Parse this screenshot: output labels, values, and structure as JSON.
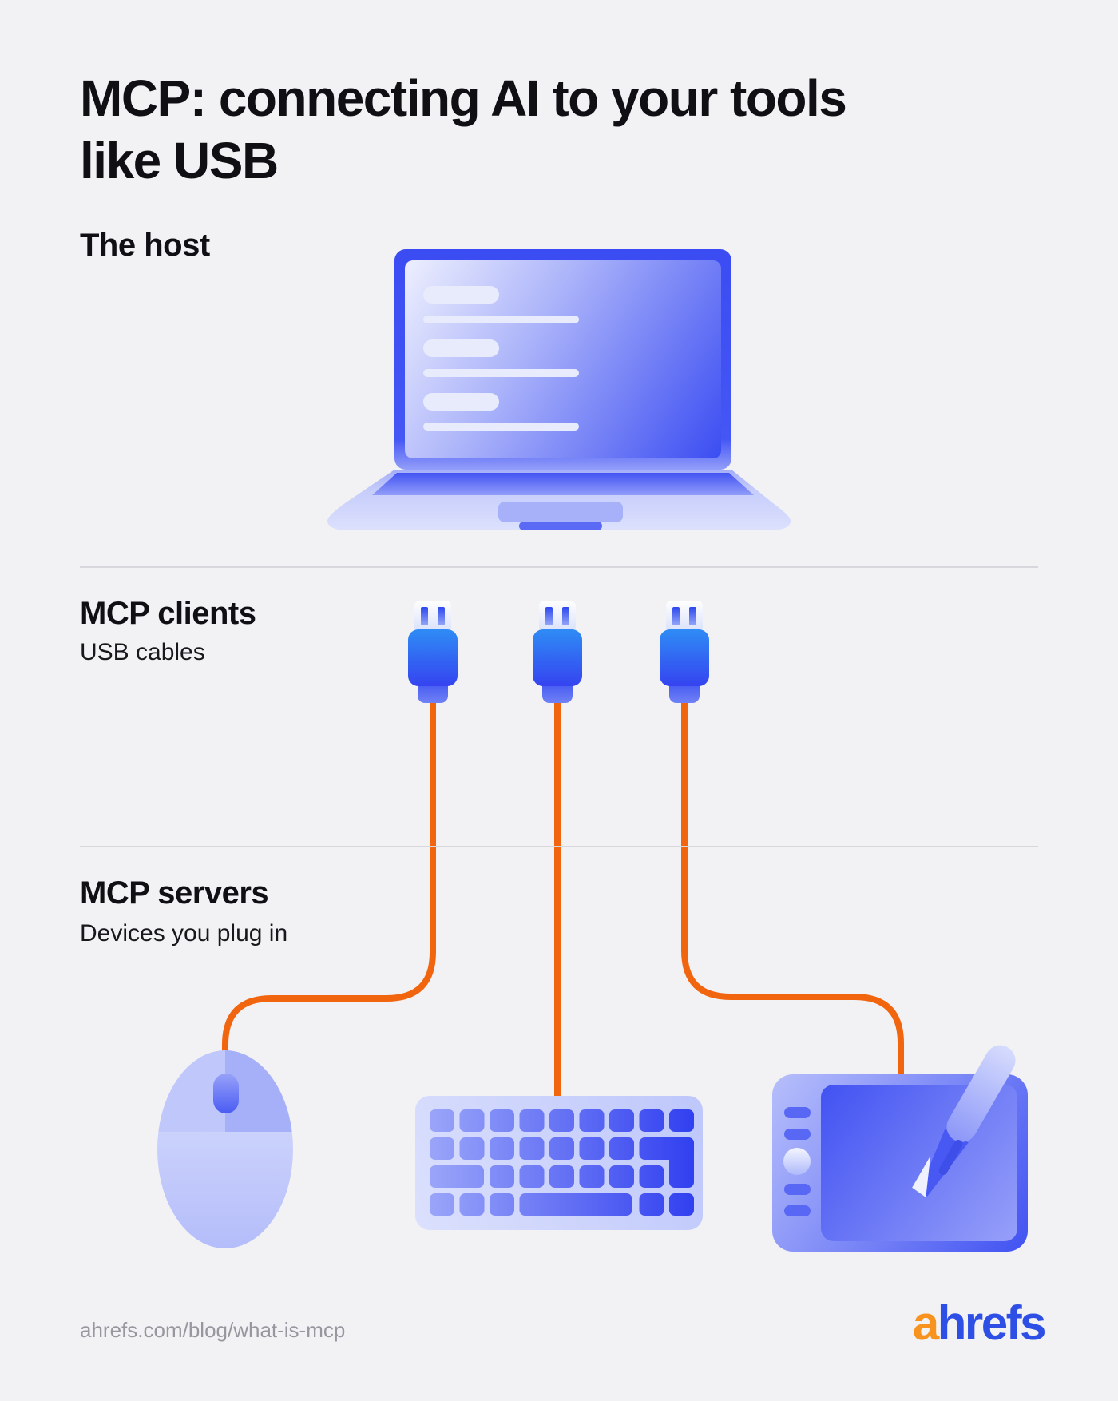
{
  "title": {
    "line1": "MCP: connecting AI to your tools",
    "line2": "like USB"
  },
  "sections": {
    "host": {
      "label": "The host"
    },
    "clients": {
      "label": "MCP clients",
      "sublabel": "USB cables"
    },
    "servers": {
      "label": "MCP servers",
      "sublabel": "Devices you plug in"
    }
  },
  "footer": {
    "url": "ahrefs.com/blog/what-is-mcp",
    "logo": {
      "prefix": "a",
      "rest": "hrefs"
    }
  },
  "colors": {
    "background": "#F2F2F4",
    "accent_blue": "#3D4FF4",
    "usb_body_blue": "#2F8CF5",
    "cable_orange": "#F2650F",
    "divider": "#D8D8DC",
    "text": "#101014",
    "muted_text": "#97979F",
    "logo_orange": "#F7931E",
    "logo_blue": "#2E4FE5"
  },
  "illustration": {
    "host_device": "laptop-icon",
    "client_items": [
      "usb-plug-icon",
      "usb-plug-icon",
      "usb-plug-icon"
    ],
    "connections": [
      "usb-cable-line",
      "usb-cable-line",
      "usb-cable-line"
    ],
    "server_devices": [
      "mouse-icon",
      "keyboard-icon",
      "graphics-tablet-icon",
      "stylus-icon"
    ]
  }
}
